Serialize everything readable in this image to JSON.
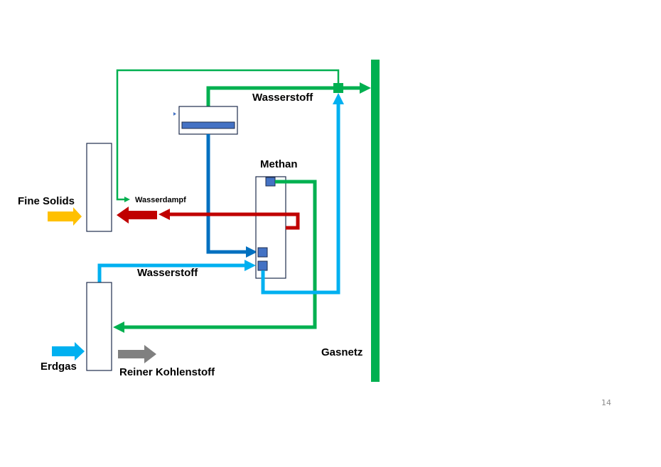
{
  "labels": {
    "wasserstoff_top": "Wasserstoff",
    "methan": "Methan",
    "fine_solids": "Fine Solids",
    "wasserdampf": "Wasserdampf",
    "wasserstoff_bottom": "Wasserstoff",
    "erdgas": "Erdgas",
    "reiner_kohlenstoff": "Reiner Kohlenstoff",
    "gasnetz": "Gasnetz"
  },
  "page_number": "14",
  "colors": {
    "hydrogen_green": "#00b050",
    "hydrogen_blue": "#00b0f0",
    "methane_blue": "#0070c0",
    "steam_red": "#c00000",
    "solids_yellow": "#ffc000",
    "carbon_gray": "#808080",
    "unit_fill": "#4472c4",
    "unit_border": "#1f2d4d"
  }
}
